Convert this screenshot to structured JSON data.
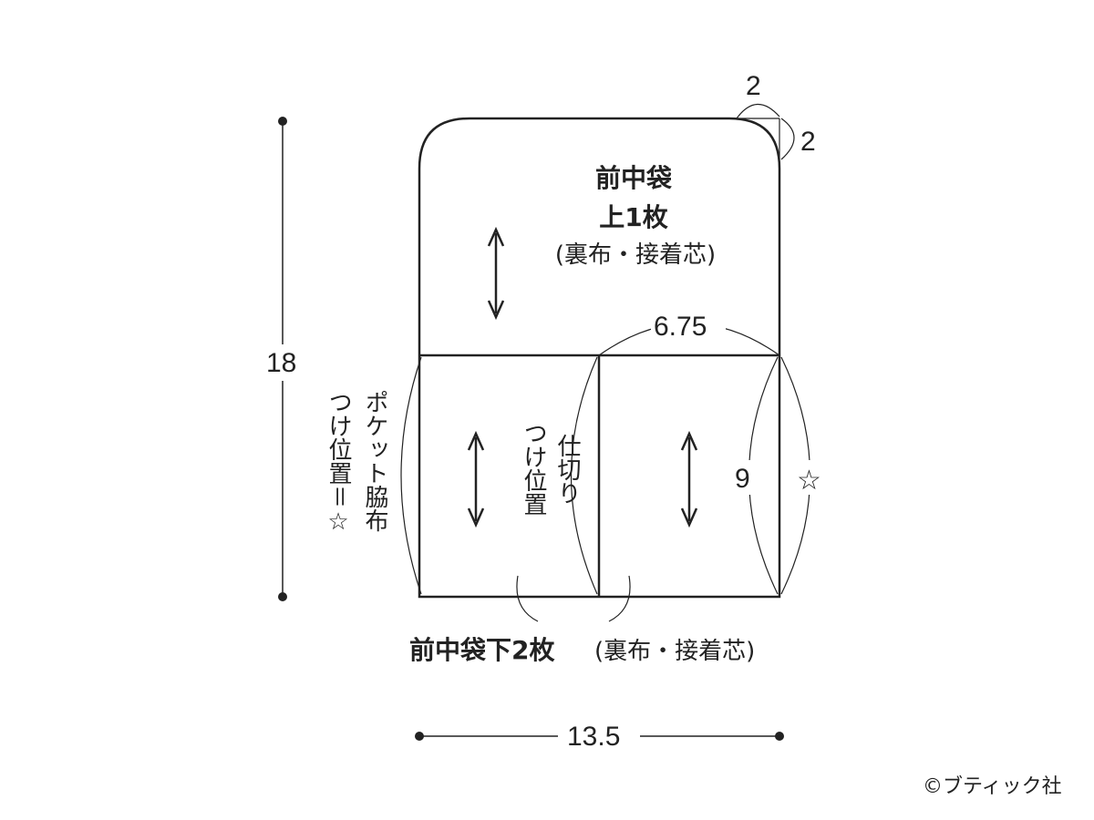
{
  "pieces": {
    "upper": {
      "name_line1": "前中袋",
      "name_line2": "上1枚",
      "materials": "(裏布・接着芯)"
    },
    "lower": {
      "name": "前中袋下2枚",
      "materials": "(裏布・接着芯)"
    }
  },
  "annotations": {
    "pocket_attach": [
      "ポケット脇布",
      "つけ位置＝☆"
    ],
    "divider_attach": [
      "仕切り",
      "つけ位置"
    ]
  },
  "dimensions": {
    "height_total": "18",
    "width_total": "13.5",
    "pocket_width": "6.75",
    "pocket_height": "9",
    "corner_radius_h": "2",
    "corner_radius_v": "2",
    "star": "☆"
  },
  "credit": "©ブティック社"
}
